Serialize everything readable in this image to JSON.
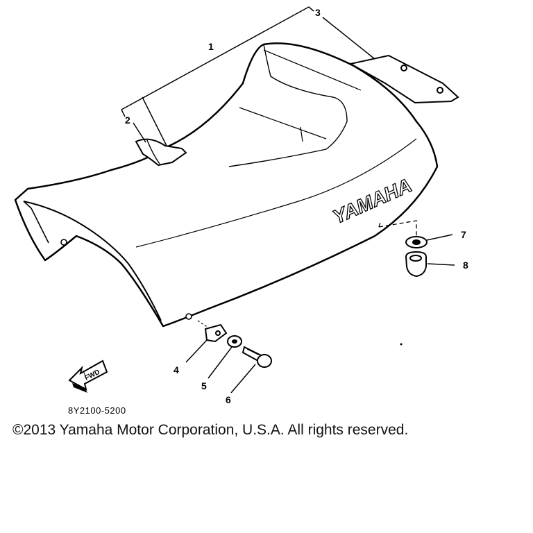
{
  "diagram": {
    "callouts": [
      "1",
      "2",
      "3",
      "4",
      "5",
      "6",
      "7",
      "8"
    ],
    "brand_lettering": "YAMAHA",
    "direction_arrow_label": "FWD",
    "part_code": "8Y2100-5200",
    "line_color": "#000000",
    "background": "#ffffff"
  },
  "footer": {
    "copyright": "©2013 Yamaha Motor Corporation, U.S.A. All rights reserved."
  }
}
